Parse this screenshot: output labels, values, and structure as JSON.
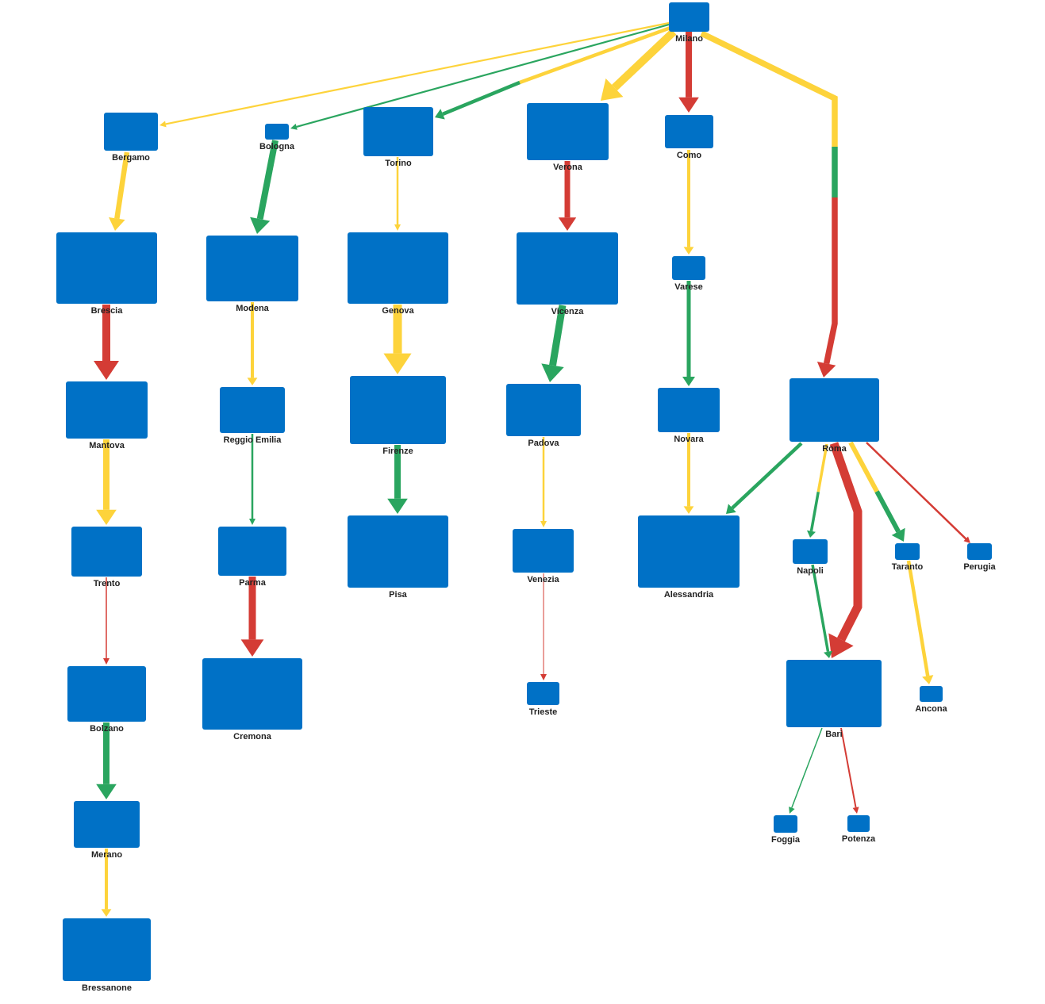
{
  "diagram": {
    "type": "directed-tree",
    "colors": {
      "node": "#0071c6",
      "yellow": "#fdd33b",
      "green": "#2aa55f",
      "red": "#d43c35"
    },
    "nodes": [
      {
        "id": "milano",
        "label": "Milano"
      },
      {
        "id": "bergamo",
        "label": "Bergamo"
      },
      {
        "id": "bologna",
        "label": "Bologna"
      },
      {
        "id": "torino",
        "label": "Torino"
      },
      {
        "id": "verona",
        "label": "Verona"
      },
      {
        "id": "como",
        "label": "Como"
      },
      {
        "id": "brescia",
        "label": "Brescia"
      },
      {
        "id": "modena",
        "label": "Modena"
      },
      {
        "id": "genova",
        "label": "Genova"
      },
      {
        "id": "vicenza",
        "label": "Vicenza"
      },
      {
        "id": "varese",
        "label": "Varese"
      },
      {
        "id": "mantova",
        "label": "Mantova"
      },
      {
        "id": "reggio-emilia",
        "label": "Reggio Emilia"
      },
      {
        "id": "firenze",
        "label": "Firenze"
      },
      {
        "id": "padova",
        "label": "Padova"
      },
      {
        "id": "novara",
        "label": "Novara"
      },
      {
        "id": "roma",
        "label": "Roma"
      },
      {
        "id": "trento",
        "label": "Trento"
      },
      {
        "id": "parma",
        "label": "Parma"
      },
      {
        "id": "pisa",
        "label": "Pisa"
      },
      {
        "id": "venezia",
        "label": "Venezia"
      },
      {
        "id": "alessandria",
        "label": "Alessandria"
      },
      {
        "id": "napoli",
        "label": "Napoli"
      },
      {
        "id": "taranto",
        "label": "Taranto"
      },
      {
        "id": "perugia",
        "label": "Perugia"
      },
      {
        "id": "bolzano",
        "label": "Bolzano"
      },
      {
        "id": "cremona",
        "label": "Cremona"
      },
      {
        "id": "trieste",
        "label": "Trieste"
      },
      {
        "id": "bari",
        "label": "Bari"
      },
      {
        "id": "ancona",
        "label": "Ancona"
      },
      {
        "id": "merano",
        "label": "Merano"
      },
      {
        "id": "foggia",
        "label": "Foggia"
      },
      {
        "id": "potenza",
        "label": "Potenza"
      },
      {
        "id": "bressanone",
        "label": "Bressanone"
      }
    ],
    "edges": [
      {
        "from": "milano",
        "to": "bergamo",
        "colors": [
          "yellow"
        ]
      },
      {
        "from": "milano",
        "to": "bologna",
        "colors": [
          "green"
        ]
      },
      {
        "from": "milano",
        "to": "torino",
        "colors": [
          "yellow",
          "green"
        ]
      },
      {
        "from": "milano",
        "to": "verona",
        "colors": [
          "yellow"
        ]
      },
      {
        "from": "milano",
        "to": "como",
        "colors": [
          "red"
        ]
      },
      {
        "from": "milano",
        "to": "roma",
        "colors": [
          "yellow",
          "green",
          "red"
        ]
      },
      {
        "from": "bergamo",
        "to": "brescia",
        "colors": [
          "yellow"
        ]
      },
      {
        "from": "bologna",
        "to": "modena",
        "colors": [
          "green"
        ]
      },
      {
        "from": "torino",
        "to": "genova",
        "colors": [
          "yellow"
        ]
      },
      {
        "from": "verona",
        "to": "vicenza",
        "colors": [
          "red"
        ]
      },
      {
        "from": "como",
        "to": "varese",
        "colors": [
          "yellow"
        ]
      },
      {
        "from": "brescia",
        "to": "mantova",
        "colors": [
          "red"
        ]
      },
      {
        "from": "modena",
        "to": "reggio-emilia",
        "colors": [
          "yellow"
        ]
      },
      {
        "from": "genova",
        "to": "firenze",
        "colors": [
          "yellow"
        ]
      },
      {
        "from": "vicenza",
        "to": "padova",
        "colors": [
          "green"
        ]
      },
      {
        "from": "varese",
        "to": "novara",
        "colors": [
          "green"
        ]
      },
      {
        "from": "mantova",
        "to": "trento",
        "colors": [
          "yellow"
        ]
      },
      {
        "from": "reggio-emilia",
        "to": "parma",
        "colors": [
          "green"
        ]
      },
      {
        "from": "firenze",
        "to": "pisa",
        "colors": [
          "green"
        ]
      },
      {
        "from": "padova",
        "to": "venezia",
        "colors": [
          "yellow"
        ]
      },
      {
        "from": "novara",
        "to": "alessandria",
        "colors": [
          "yellow"
        ]
      },
      {
        "from": "roma",
        "to": "alessandria",
        "colors": [
          "green"
        ]
      },
      {
        "from": "roma",
        "to": "napoli",
        "colors": [
          "yellow",
          "green"
        ]
      },
      {
        "from": "roma",
        "to": "bari",
        "colors": [
          "red"
        ]
      },
      {
        "from": "roma",
        "to": "taranto",
        "colors": [
          "yellow",
          "green"
        ]
      },
      {
        "from": "roma",
        "to": "perugia",
        "colors": [
          "red"
        ]
      },
      {
        "from": "trento",
        "to": "bolzano",
        "colors": [
          "red"
        ]
      },
      {
        "from": "parma",
        "to": "cremona",
        "colors": [
          "red"
        ]
      },
      {
        "from": "venezia",
        "to": "trieste",
        "colors": [
          "red"
        ]
      },
      {
        "from": "napoli",
        "to": "bari",
        "colors": [
          "green"
        ]
      },
      {
        "from": "taranto",
        "to": "ancona",
        "colors": [
          "yellow"
        ]
      },
      {
        "from": "bolzano",
        "to": "merano",
        "colors": [
          "green"
        ]
      },
      {
        "from": "merano",
        "to": "bressanone",
        "colors": [
          "yellow"
        ]
      },
      {
        "from": "bari",
        "to": "foggia",
        "colors": [
          "green"
        ]
      },
      {
        "from": "bari",
        "to": "potenza",
        "colors": [
          "red"
        ]
      }
    ]
  }
}
